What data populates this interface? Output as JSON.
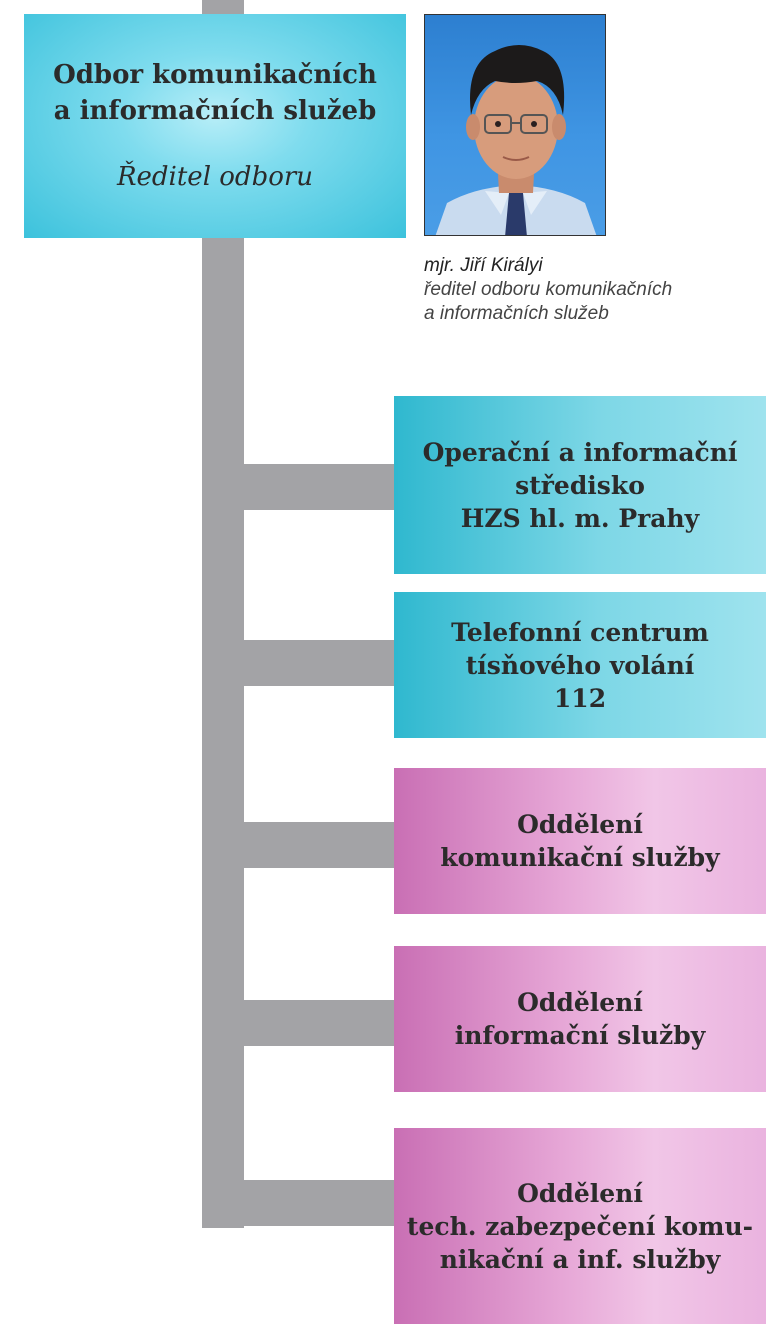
{
  "head": {
    "line1": "Odbor komunikačních",
    "line2": "a informačních služeb",
    "role": "Ředitel odboru"
  },
  "photo": {
    "alt": "portrait-photo"
  },
  "caption": {
    "name": "mjr. Jiří Királyi",
    "title1": "ředitel odboru komunikačních",
    "title2": "a informačních služeb"
  },
  "units": [
    {
      "lines": [
        "Operační a informační",
        "středisko",
        "HZS hl. m. Prahy"
      ],
      "color": "teal"
    },
    {
      "lines": [
        "Telefonní centrum",
        "tísňového volání",
        "112"
      ],
      "color": "teal"
    },
    {
      "lines": [
        "Oddělení",
        "komunikační služby"
      ],
      "color": "pink"
    },
    {
      "lines": [
        "Oddělení",
        "informační služby"
      ],
      "color": "pink"
    },
    {
      "lines": [
        "Oddělení",
        "tech. zabezpečení komu-",
        "nikační a inf. služby"
      ],
      "color": "pink"
    }
  ],
  "colors": {
    "connector": "#a3a3a6",
    "head_box": "#7fdcee",
    "teal_box": "#3cc2dc",
    "pink_box": "#e6a6d6"
  }
}
